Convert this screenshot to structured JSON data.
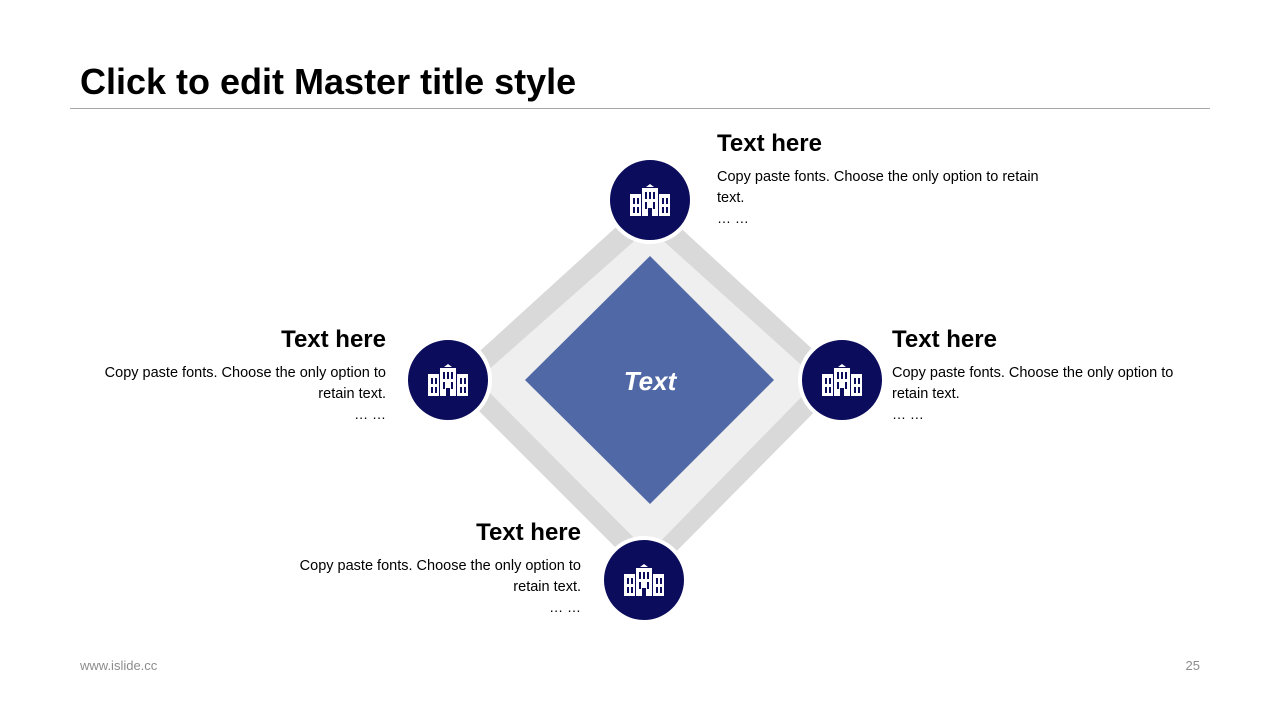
{
  "title": "Click to edit Master title style",
  "center": {
    "label": "Text"
  },
  "items": [
    {
      "heading": "Text here",
      "body": "Copy paste fonts. Choose the only option to retain text.",
      "ellipsis": "… …",
      "icon": "building-icon"
    },
    {
      "heading": "Text here",
      "body": "Copy paste fonts. Choose the only option to retain text.",
      "ellipsis": "… …",
      "icon": "building-icon"
    },
    {
      "heading": "Text here",
      "body": "Copy paste fonts. Choose the only option to retain text.",
      "ellipsis": "… …",
      "icon": "building-icon"
    },
    {
      "heading": "Text here",
      "body": "Copy paste fonts. Choose the only option to retain text.",
      "ellipsis": "… …",
      "icon": "building-icon"
    }
  ],
  "footer": {
    "website": "www.islide.cc",
    "page_number": "25"
  },
  "colors": {
    "icon_circle": "#0b0c5c",
    "center_diamond": "#5068a5",
    "outer_ring": "#d9d9d9",
    "inner_ring": "#efefef"
  }
}
